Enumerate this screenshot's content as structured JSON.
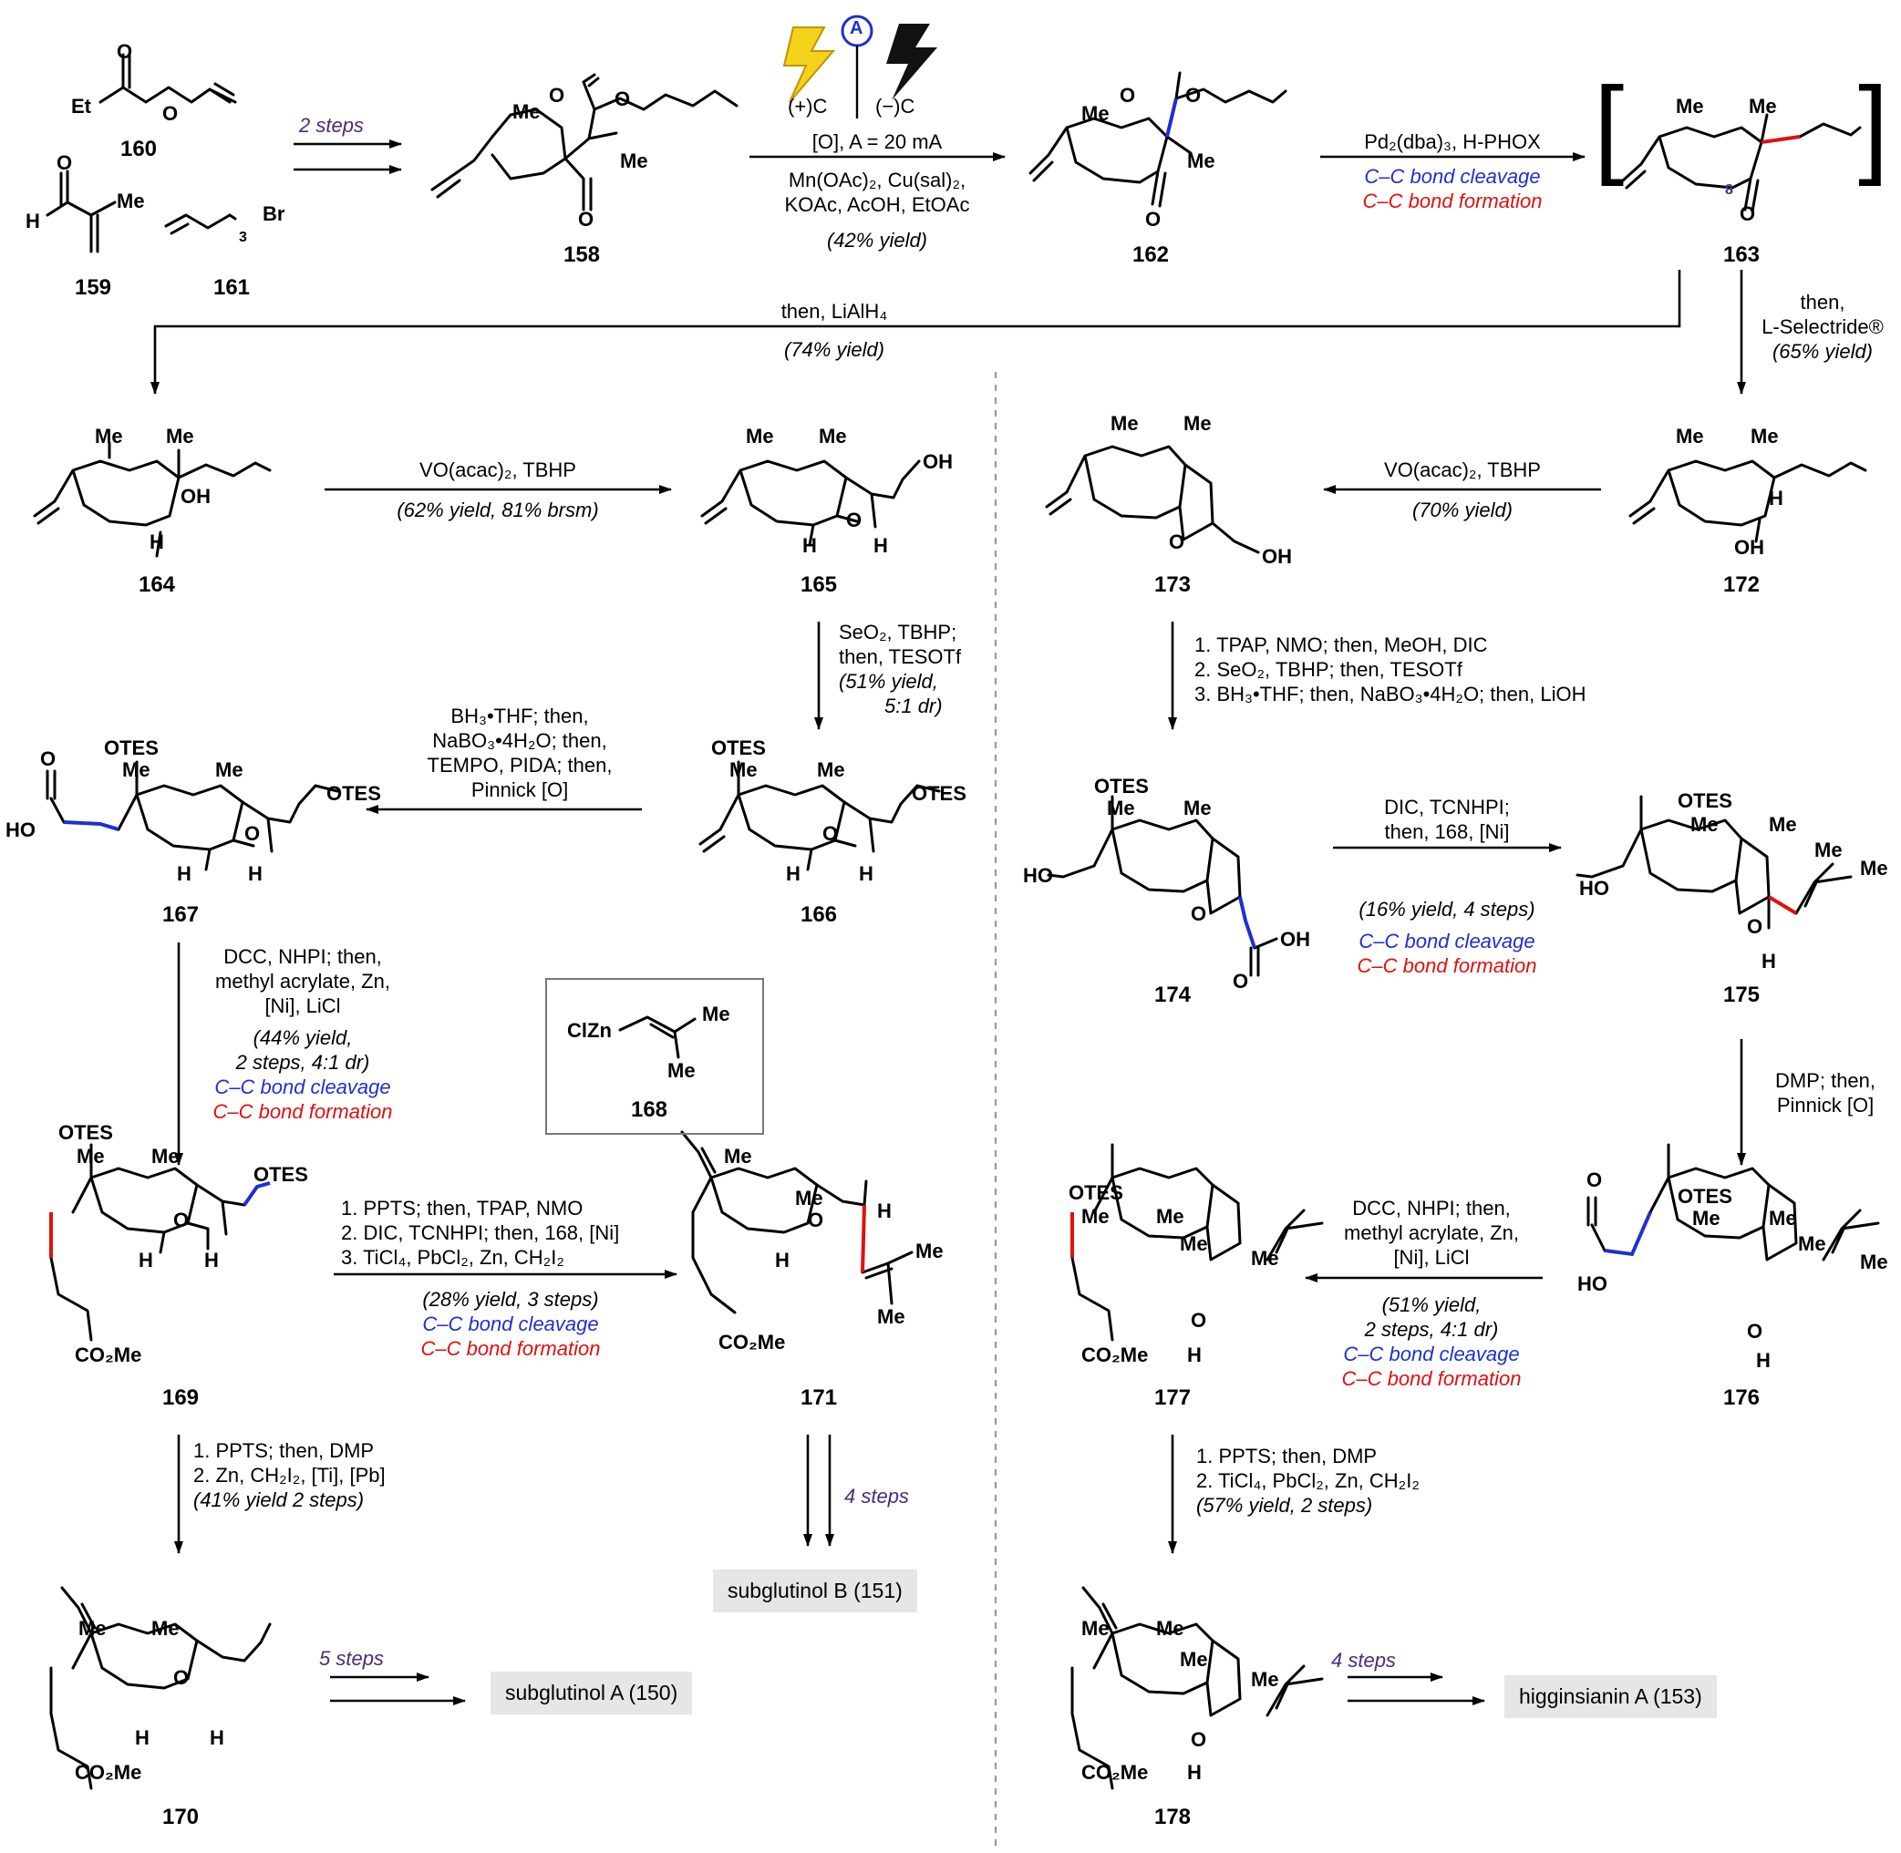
{
  "compounds": {
    "c160": "160",
    "c159": "159",
    "c161": "161",
    "c158": "158",
    "c162": "162",
    "c163": "163",
    "c164": "164",
    "c165": "165",
    "c166": "166",
    "c167": "167",
    "c168": "168",
    "c169": "169",
    "c170": "170",
    "c171": "171",
    "c172": "172",
    "c173": "173",
    "c174": "174",
    "c175": "175",
    "c176": "176",
    "c177": "177",
    "c178": "178"
  },
  "atoms": {
    "Et": "Et",
    "O": "O",
    "H": "H",
    "Me": "Me",
    "Br": "Br",
    "three": "3",
    "OH": "OH",
    "OTES": "OTES",
    "HO": "HO",
    "CO2Me": "CO₂Me",
    "ClZn": "ClZn",
    "eight": "8",
    "A": "A",
    "plusC": "(+)C",
    "minusC": "(−)C"
  },
  "conditions": {
    "step2": "2 steps",
    "electro": [
      "[O], A = 20 mA",
      "Mn(OAc)₂, Cu(sal)₂,",
      "KOAc, AcOH, EtOAc",
      "(42% yield)"
    ],
    "pd": [
      "Pd₂(dba)₃, H-PHOX",
      "C–C bond cleavage",
      "C–C bond formation"
    ],
    "lialh4": [
      "then, LiAlH₄",
      "(74% yield)"
    ],
    "lselect": [
      "then,",
      "L-Selectride®",
      "(65% yield)"
    ],
    "vo1": [
      "VO(acac)₂, TBHP",
      "(62% yield, 81% brsm)"
    ],
    "vo2": [
      "VO(acac)₂, TBHP",
      "(70% yield)"
    ],
    "seo2": [
      "SeO₂, TBHP;",
      "then, TESOTf",
      "(51% yield,",
      "5:1 dr)"
    ],
    "bh3": [
      "BH₃•THF; then,",
      "NaBO₃•4H₂O; then,",
      "TEMPO, PIDA; then,",
      "Pinnick [O]"
    ],
    "dcc1": [
      "DCC, NHPI; then,",
      "methyl acrylate, Zn,",
      "[Ni], LiCl",
      "(44% yield,",
      "2 steps, 4:1 dr)",
      "C–C bond cleavage",
      "C–C bond formation"
    ],
    "pp169": [
      "1. PPTS; then, TPAP, NMO",
      "2. DIC, TCNHPI; then, 168, [Ni]",
      "3. TiCl₄, PbCl₂, Zn, CH₂I₂",
      "(28% yield, 3 steps)",
      "C–C bond cleavage",
      "C–C bond formation"
    ],
    "pp169b": [
      "1. PPTS; then, DMP",
      "2. Zn, CH₂I₂, [Ti], [Pb]",
      "(41% yield 2 steps)"
    ],
    "s5": "5 steps",
    "s4a": "4 steps",
    "s4b": "4 steps",
    "tpap": [
      "1. TPAP, NMO; then, MeOH, DIC",
      "2. SeO₂, TBHP; then, TESOTf",
      "3. BH₃•THF; then, NaBO₃•4H₂O; then, LiOH"
    ],
    "dic": [
      "DIC, TCNHPI;",
      "then, 168, [Ni]",
      "(16% yield, 4 steps)",
      "C–C bond cleavage",
      "C–C bond formation"
    ],
    "dmp": [
      "DMP; then,",
      "Pinnick [O]"
    ],
    "dcc2": [
      "DCC, NHPI; then,",
      "methyl acrylate, Zn,",
      "[Ni], LiCl",
      "(51% yield,",
      "2 steps, 4:1 dr)",
      "C–C bond cleavage",
      "C–C bond formation"
    ],
    "pp177": [
      "1. PPTS; then, DMP",
      "2. TiCl₄, PbCl₂, Zn, CH₂I₂",
      "(57% yield, 2 steps)"
    ]
  },
  "products": {
    "p151": "subglutinol B (151)",
    "p150": "subglutinol A (150)",
    "p153": "higginsianin A (153)"
  },
  "colors": {
    "cleavage": "#1f2fd0",
    "formation": "#e01010",
    "steps": "#4b2a7a",
    "product_box": "#e6e6e6"
  }
}
